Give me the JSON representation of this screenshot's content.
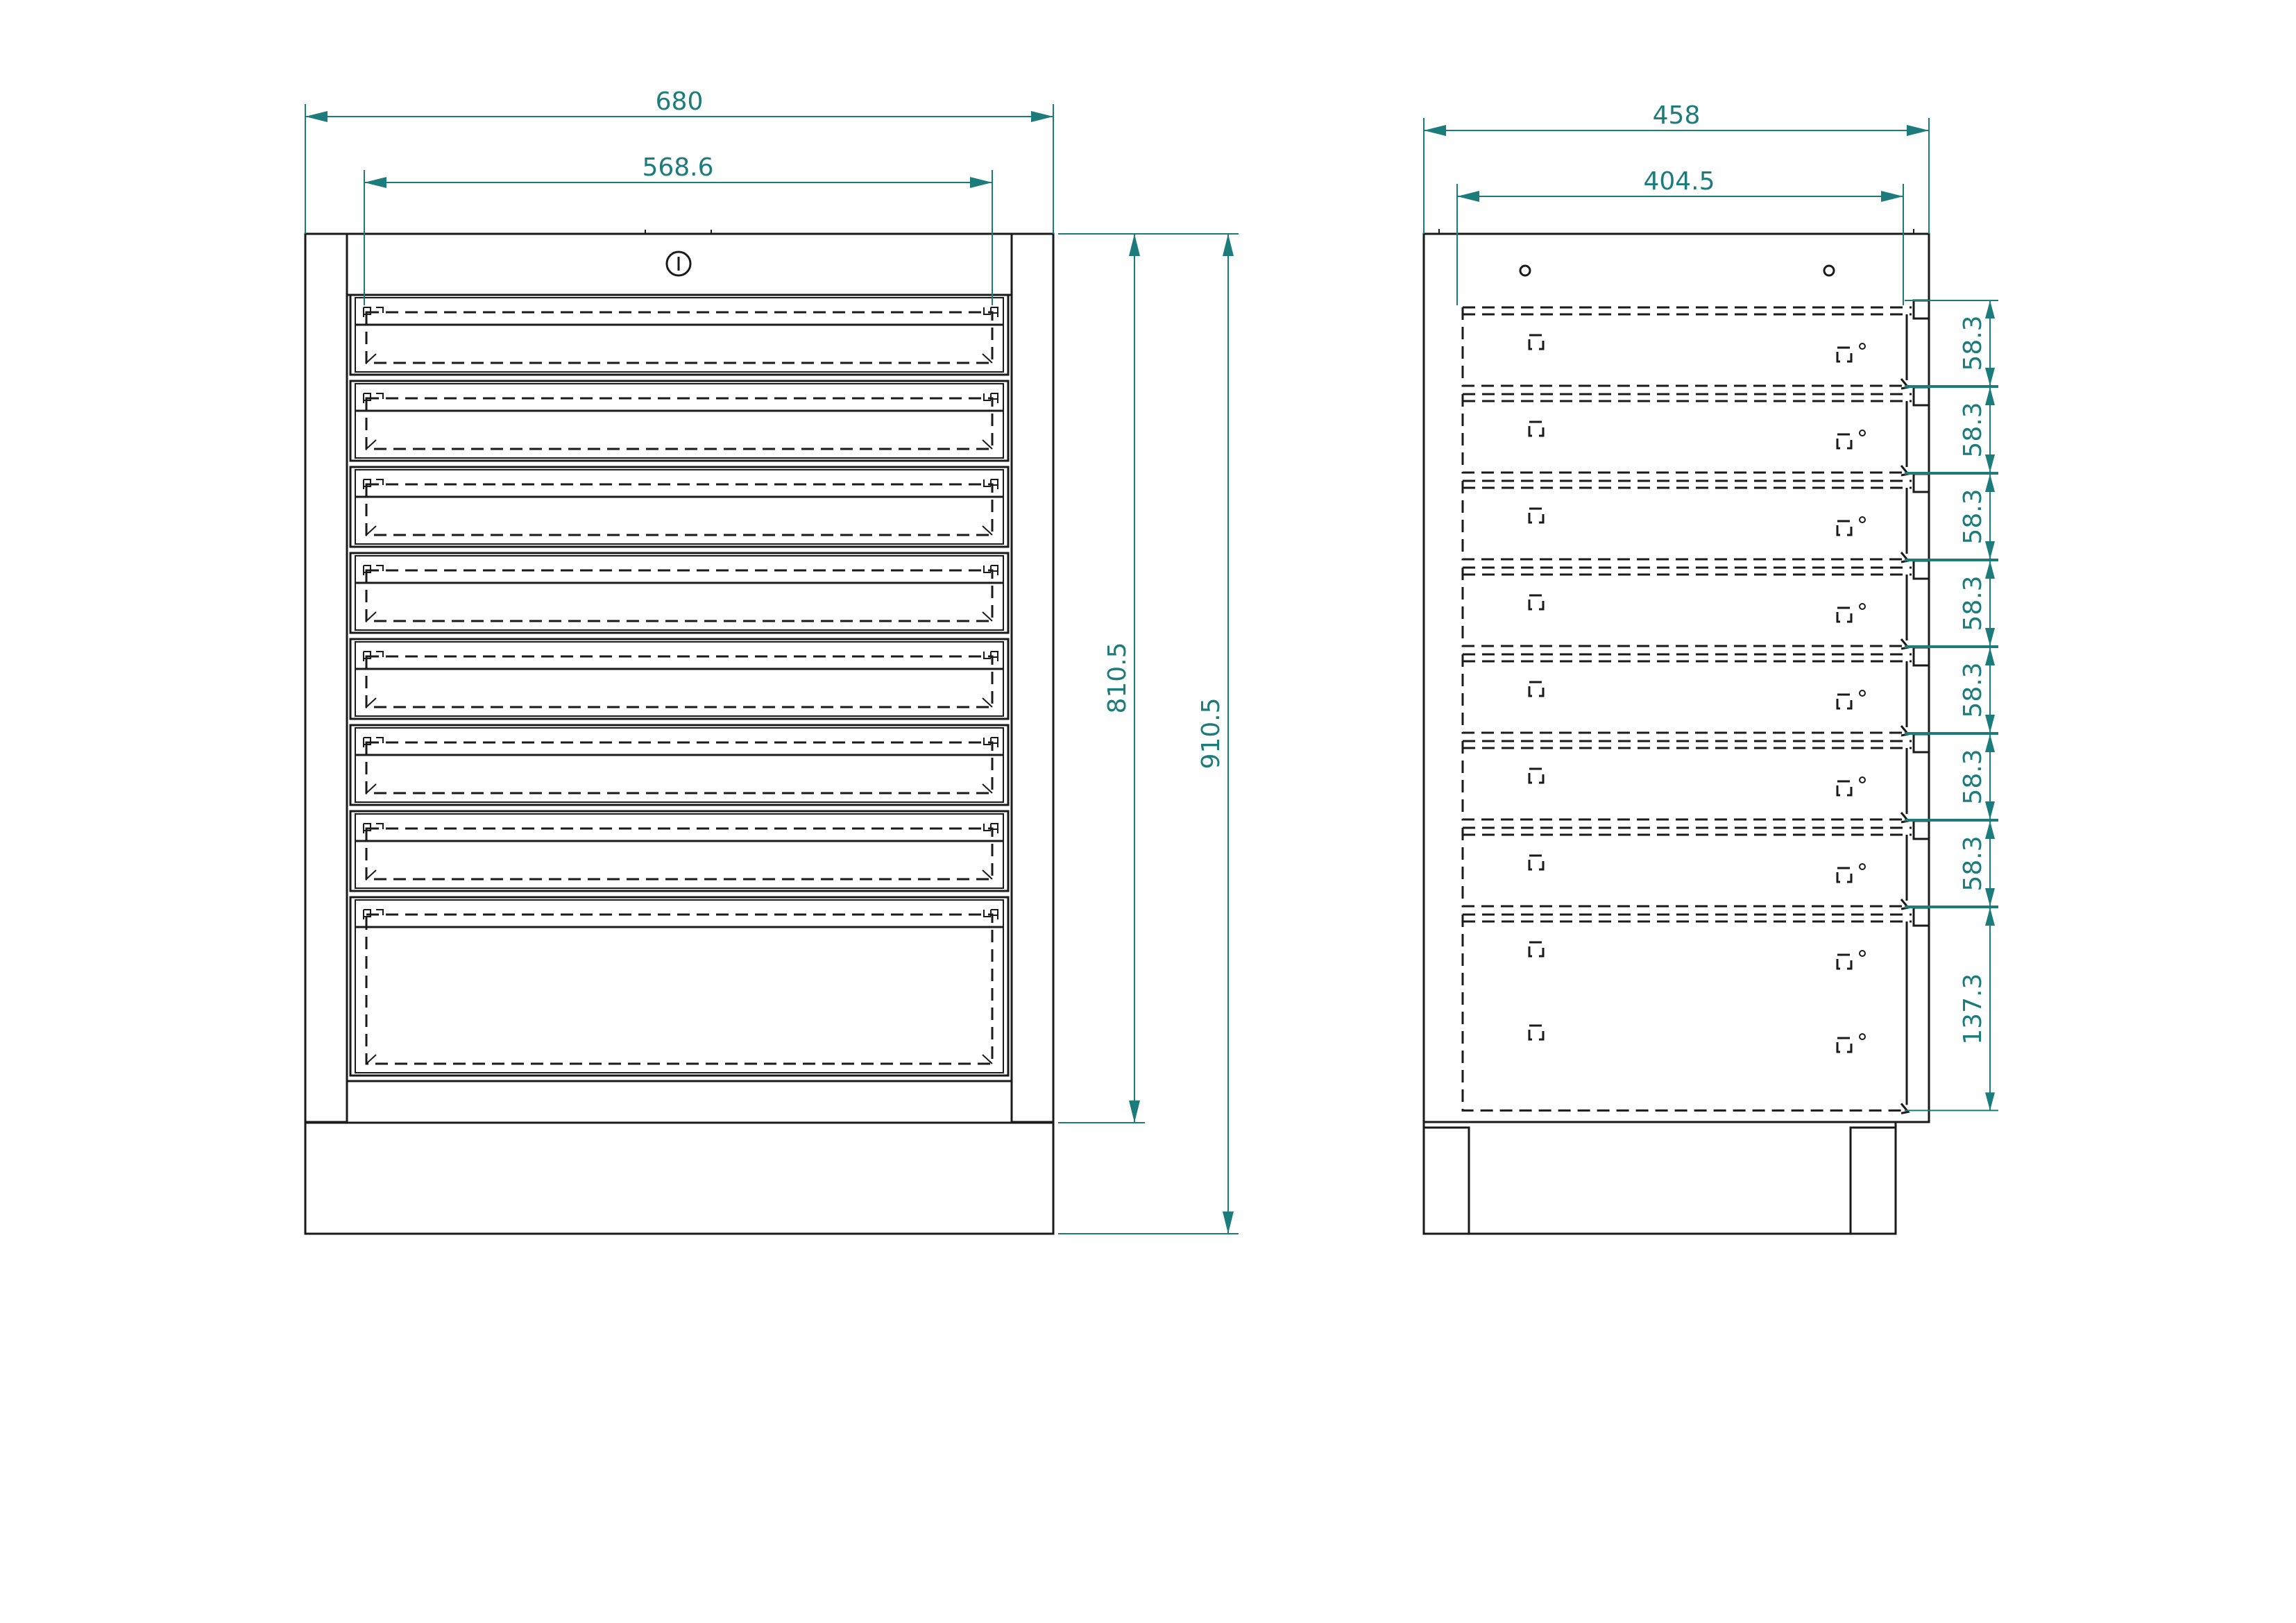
{
  "colors": {
    "outline": "#1a1a1a",
    "dimension": "#1c7b7b",
    "background": "#ffffff"
  },
  "front_view": {
    "dims": {
      "overall_width": "680",
      "inner_width": "568.6",
      "body_height": "810.5",
      "overall_height": "910.5"
    },
    "drawer_count": 8,
    "icons": [
      "lock-icon"
    ]
  },
  "side_view": {
    "dims": {
      "overall_depth": "458",
      "inner_depth": "404.5"
    },
    "drawer_heights": [
      "58.3",
      "58.3",
      "58.3",
      "58.3",
      "58.3",
      "58.3",
      "58.3",
      "137.3"
    ]
  }
}
